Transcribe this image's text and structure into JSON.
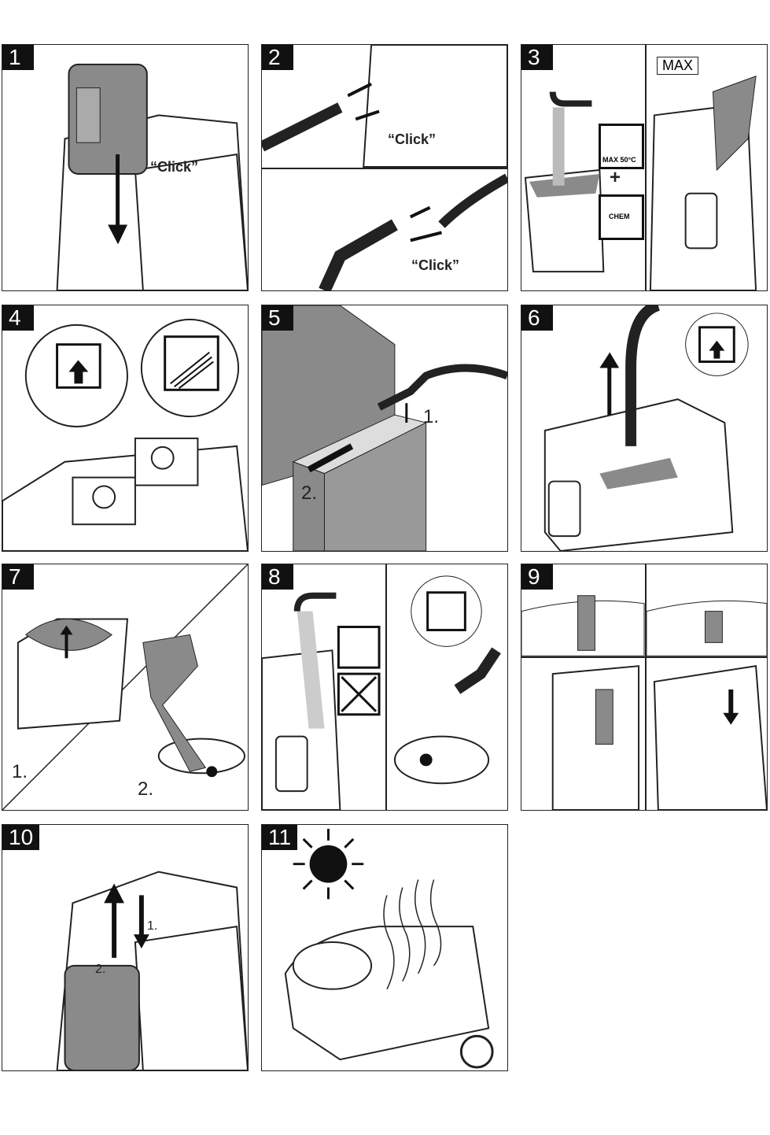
{
  "panels": [
    {
      "number": "1",
      "labels": [
        "“Click”"
      ]
    },
    {
      "number": "2",
      "labels": [
        "“Click”",
        "“Click”"
      ]
    },
    {
      "number": "3",
      "labels": [
        "MAX 50°C",
        "CHEM",
        "MAX"
      ]
    },
    {
      "number": "4",
      "labels": []
    },
    {
      "number": "5",
      "labels": [
        "1.",
        "2."
      ]
    },
    {
      "number": "6",
      "labels": []
    },
    {
      "number": "7",
      "labels": [
        "1.",
        "2."
      ]
    },
    {
      "number": "8",
      "labels": []
    },
    {
      "number": "9",
      "labels": []
    },
    {
      "number": "10",
      "labels": [
        "1.",
        "2."
      ]
    },
    {
      "number": "11",
      "labels": []
    }
  ],
  "colors": {
    "line": "#222222",
    "fill_grey": "#8a8a8a",
    "number_bg": "#111111"
  }
}
